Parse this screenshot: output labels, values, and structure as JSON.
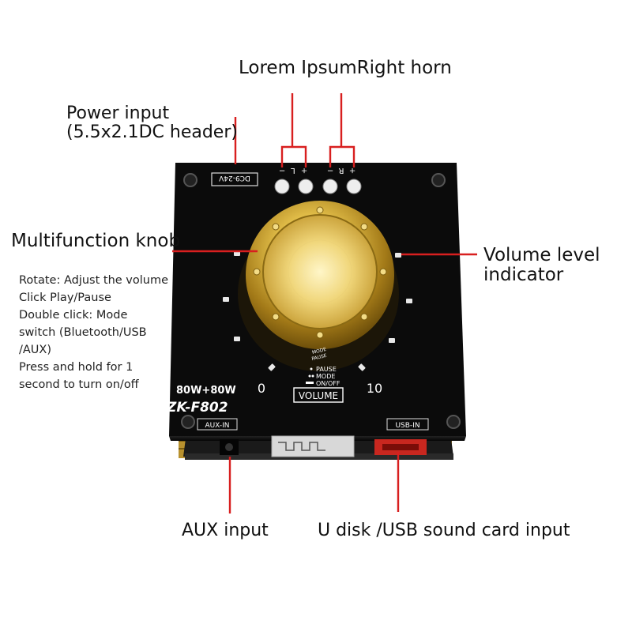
{
  "labels": {
    "top_left_horn": "Lorem Ipsum",
    "top_right_horn": "Right horn",
    "power_line1": "Power input",
    "power_line2": "(5.5x2.1DC header)",
    "knob": "Multifunction knob",
    "volume_line1": "Volume level",
    "volume_line2": "indicator",
    "aux": "AUX input",
    "usb": "U disk /USB sound card input"
  },
  "knob_notes": [
    "Rotate: Adjust the volume",
    "Click Play/Pause",
    "Double click: Mode",
    "switch (Bluetooth/USB",
    "/AUX)",
    "Press and hold for 1",
    "second to turn on/off"
  ],
  "board": {
    "dc_rating": "DC9-24V",
    "power_rating": "80W+80W",
    "model": "ZK-F802",
    "aux_port": "AUX-IN",
    "usb_port": "USB-IN",
    "dial_min": "0",
    "dial_max": "10",
    "volume": "VOLUME",
    "knob_mode": "MODE",
    "knob_pause": "PAUSE",
    "legend_pause": "PAUSE",
    "legend_mode": "MODE",
    "legend_onoff": "ON/OFF",
    "term_l_minus": "−",
    "term_l_letter": "L",
    "term_l_plus": "+",
    "term_r_minus": "−",
    "term_r_letter": "R",
    "term_r_plus": "+"
  },
  "colors": {
    "callout_line": "#d81f1f",
    "board": "#0b0b0b",
    "gold": "#c9a233"
  }
}
